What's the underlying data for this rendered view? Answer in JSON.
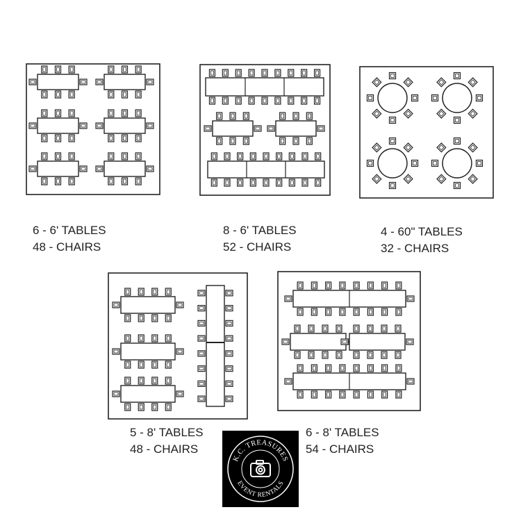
{
  "layouts": [
    {
      "id": "layout-1",
      "tables_label": "6 - 6' TABLES",
      "chairs_label": "48 - CHAIRS"
    },
    {
      "id": "layout-2",
      "tables_label": "8 - 6' TABLES",
      "chairs_label": "52 - CHAIRS"
    },
    {
      "id": "layout-3",
      "tables_label": "4 - 60\" TABLES",
      "chairs_label": "32 - CHAIRS"
    },
    {
      "id": "layout-4",
      "tables_label": "5 - 8' TABLES",
      "chairs_label": "48 - CHAIRS"
    },
    {
      "id": "layout-5",
      "tables_label": "6 - 8' TABLES",
      "chairs_label": "54 - CHAIRS"
    }
  ],
  "logo": {
    "top_text": "K.C. TREASURES",
    "bottom_text": "EVENT RENTALS",
    "icon": "camera-icon"
  },
  "colors": {
    "line": "#222222",
    "background": "#ffffff",
    "logo_bg": "#000000"
  }
}
